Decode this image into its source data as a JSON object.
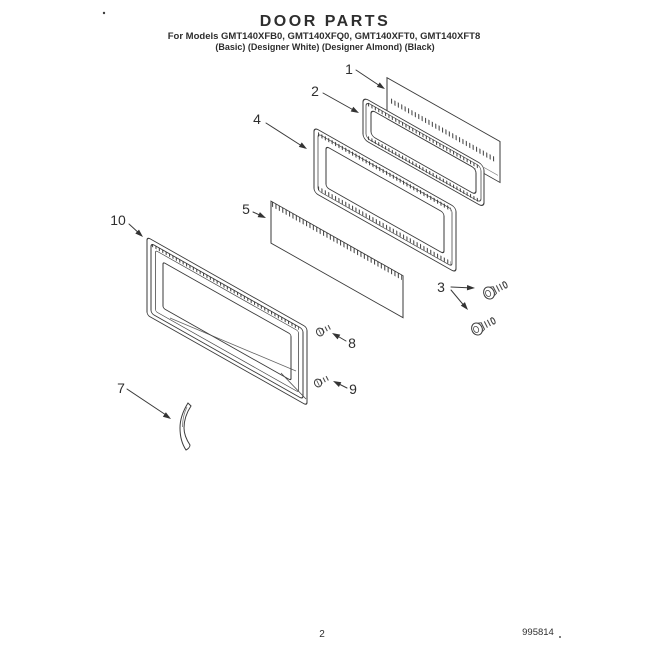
{
  "header": {
    "title": "DOOR PARTS",
    "models_line": "For Models GMT140XFB0, GMT140XFQ0, GMT140XFT0, GMT140XFT8",
    "colors_line": "(Basic)  (Designer White)  (Designer Almond)  (Black)"
  },
  "diagram": {
    "callouts": [
      "1",
      "2",
      "3",
      "4",
      "5",
      "7",
      "8",
      "9",
      "10"
    ]
  },
  "footer": {
    "page_number": "2",
    "doc_number": "995814"
  },
  "colors": {
    "ink": "#2e2e2e",
    "line": "#3a3a3a",
    "paper": "#ffffff"
  }
}
